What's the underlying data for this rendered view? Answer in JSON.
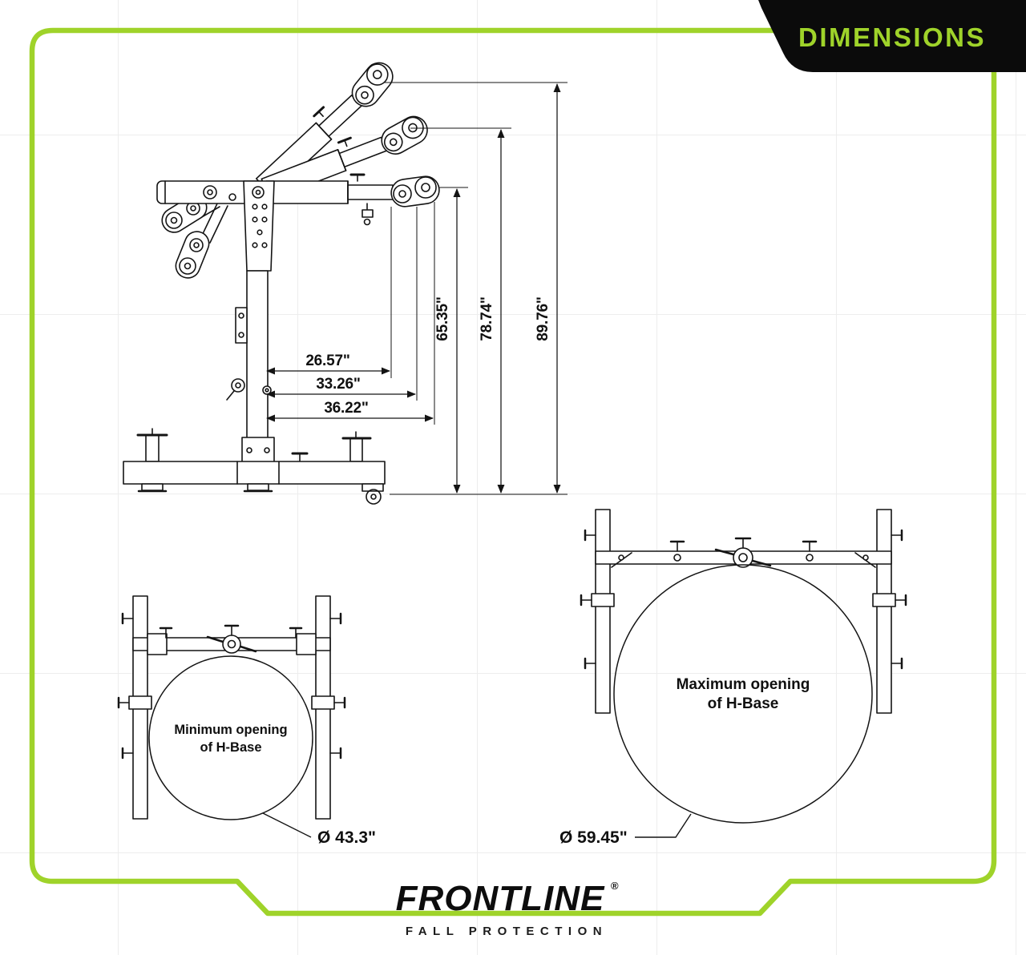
{
  "meta": {
    "sheet_title": "DIMENSIONS"
  },
  "colors": {
    "accent_green": "#9fd32a",
    "banner_bg": "#0b0b0b",
    "line_color": "#141414"
  },
  "side_view": {
    "h_dims": [
      "26.57\"",
      "33.26\"",
      "36.22\""
    ],
    "v_dims": [
      "65.35\"",
      "78.74\"",
      "89.76\""
    ]
  },
  "min_base": {
    "line1": "Minimum opening",
    "line2": "of H-Base",
    "diameter_label": "Ø 43.3\""
  },
  "max_base": {
    "line1": "Maximum opening",
    "line2": "of H-Base",
    "diameter_label": "Ø 59.45\""
  },
  "logo": {
    "brand": "FRONTLINE",
    "registered_mark": "®",
    "tagline": "FALL PROTECTION"
  }
}
